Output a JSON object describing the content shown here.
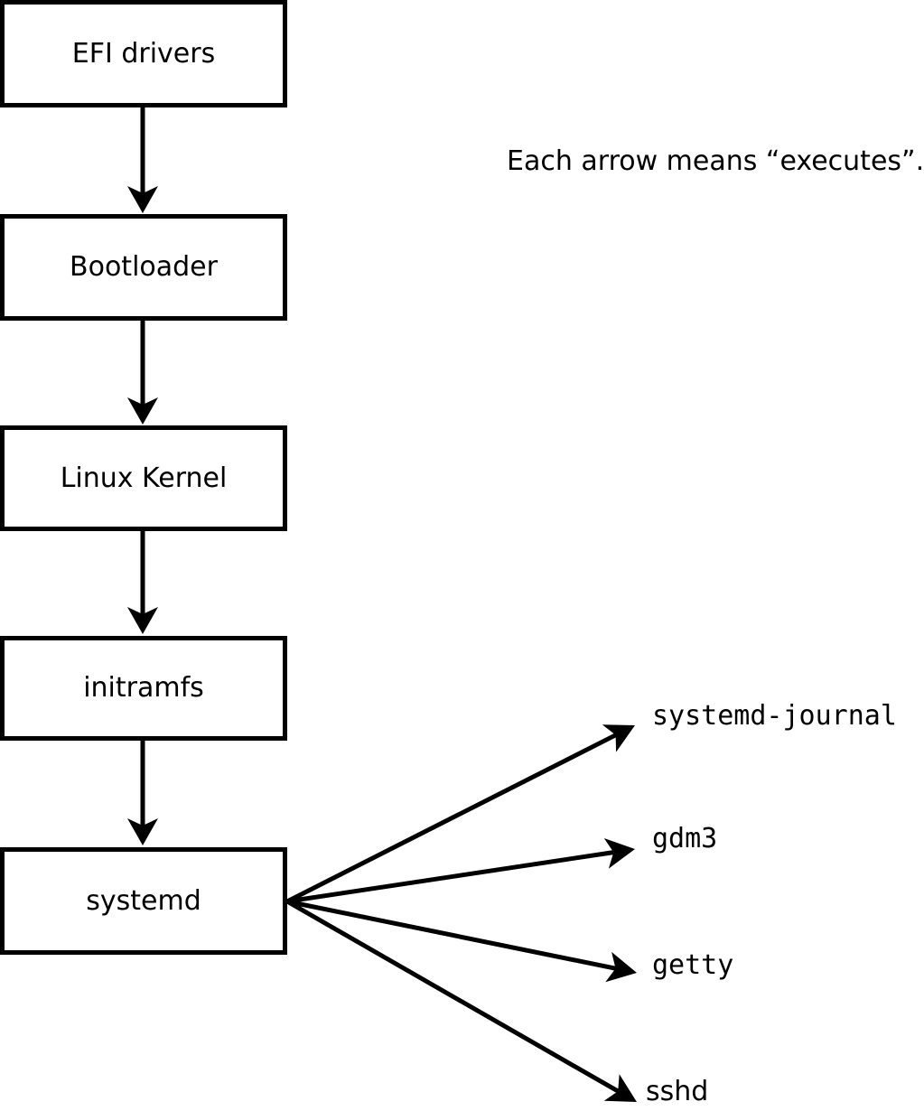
{
  "diagram": {
    "caption": "Each arrow means “executes”.",
    "arrow_meaning": "executes",
    "chain": [
      {
        "id": "efi-drivers",
        "label": "EFI drivers"
      },
      {
        "id": "bootloader",
        "label": "Bootloader"
      },
      {
        "id": "linux-kernel",
        "label": "Linux Kernel"
      },
      {
        "id": "initramfs",
        "label": "initramfs"
      },
      {
        "id": "systemd",
        "label": "systemd"
      }
    ],
    "spawned": [
      {
        "id": "systemd-journal",
        "label": "systemd-journal"
      },
      {
        "id": "gdm3",
        "label": "gdm3"
      },
      {
        "id": "getty",
        "label": "getty"
      },
      {
        "id": "sshd",
        "label": "sshd"
      }
    ],
    "edges": [
      {
        "from": "EFI drivers",
        "to": "Bootloader"
      },
      {
        "from": "Bootloader",
        "to": "Linux Kernel"
      },
      {
        "from": "Linux Kernel",
        "to": "initramfs"
      },
      {
        "from": "initramfs",
        "to": "systemd"
      },
      {
        "from": "systemd",
        "to": "systemd-journal"
      },
      {
        "from": "systemd",
        "to": "gdm3"
      },
      {
        "from": "systemd",
        "to": "getty"
      },
      {
        "from": "systemd",
        "to": "sshd"
      }
    ],
    "colors": {
      "line": "#000000",
      "text": "#000000",
      "box_fill": "#ffffff",
      "background": "#ffffff"
    }
  }
}
